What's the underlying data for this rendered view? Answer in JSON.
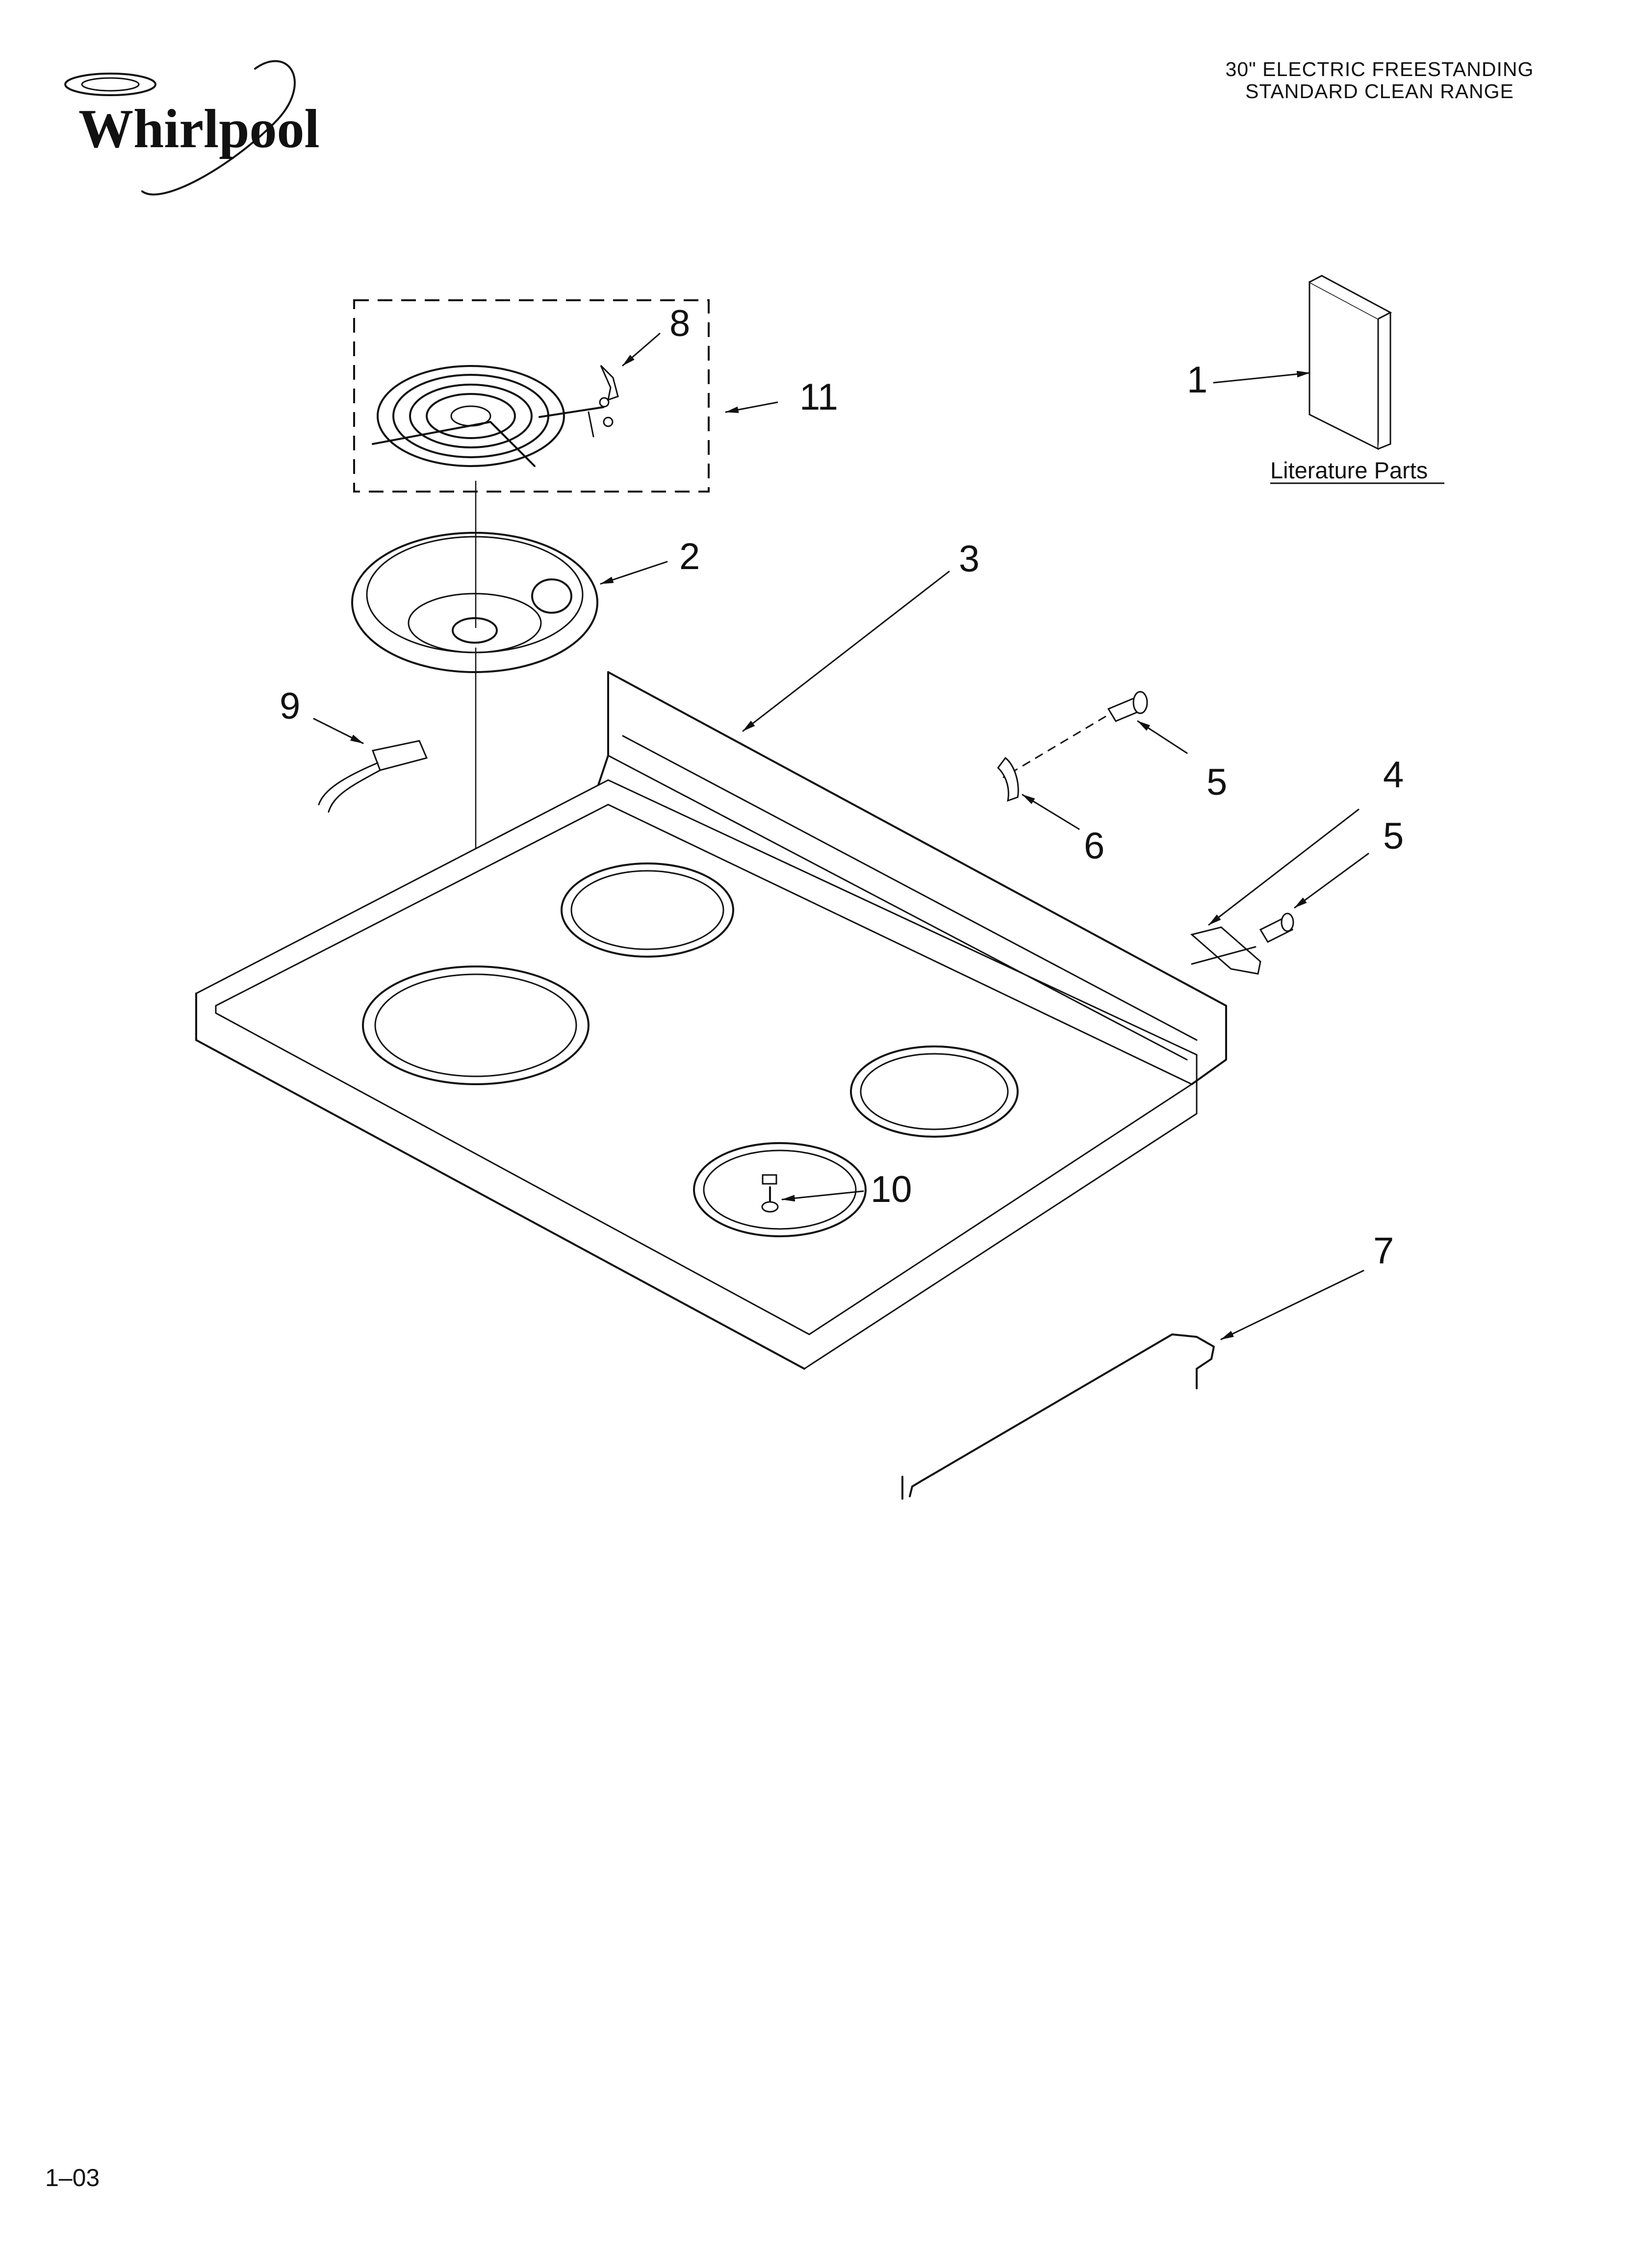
{
  "header": {
    "brand": "Whirlpool",
    "title_line1": "30\" ELECTRIC FREESTANDING",
    "title_line2": "STANDARD CLEAN RANGE"
  },
  "callouts": {
    "c1": "1",
    "c2": "2",
    "c3": "3",
    "c4": "4",
    "c5a": "5",
    "c5b": "5",
    "c6": "6",
    "c7": "7",
    "c8": "8",
    "c9": "9",
    "c10": "10",
    "c11": "11"
  },
  "literature_label": "Literature Parts",
  "footer": {
    "code": "1–03"
  }
}
